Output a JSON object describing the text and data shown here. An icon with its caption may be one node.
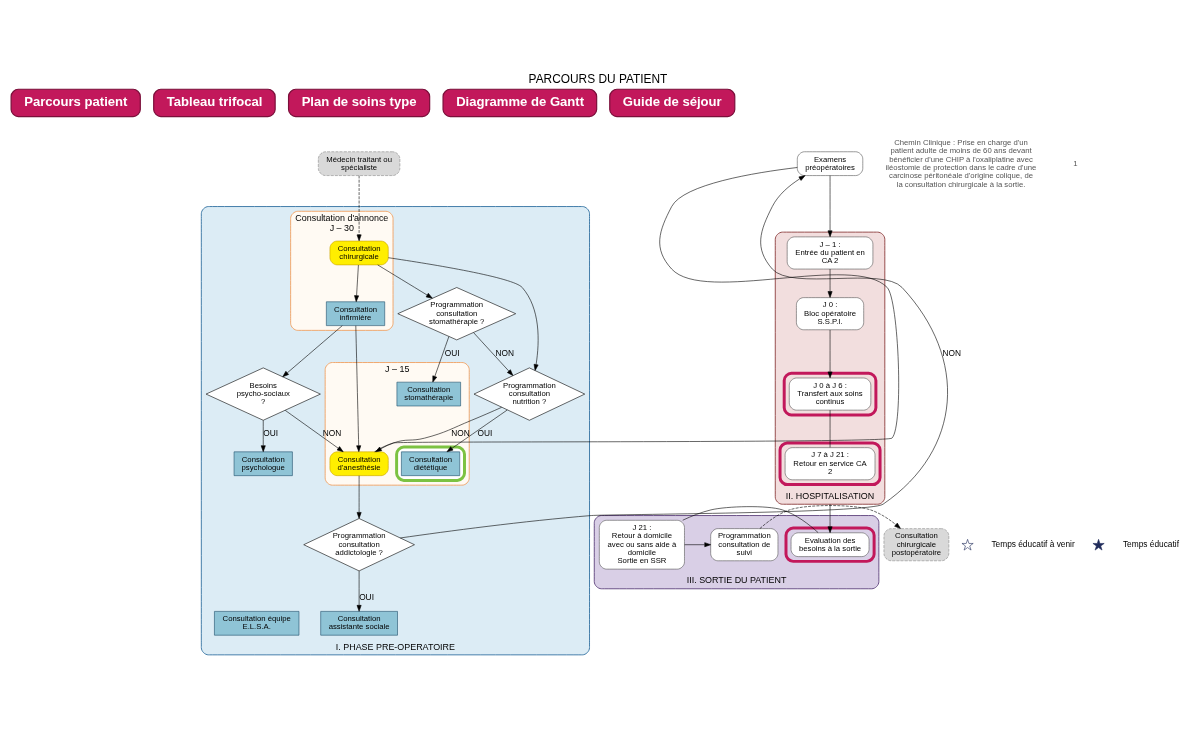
{
  "diagram": {
    "title": "PARCOURS DU PATIENT",
    "nodes": [
      {
        "text": [
          "Parcours patient"
        ]
      },
      {
        "text": [
          "Tableau trifocal"
        ]
      },
      {
        "text": [
          "Plan de soins type"
        ]
      },
      {
        "text": [
          "Diagramme de Gantt"
        ]
      },
      {
        "text": [
          "Guide de séjour"
        ]
      },
      {
        "text": [
          "Médecin traitant ou spécialiste"
        ]
      },
      {
        "text": [
          "I. PHASE PRE-OPERATOIRE"
        ]
      },
      {
        "text": [
          "Consultation d'annonce",
          "J – 30"
        ],
        "in": 6
      },
      {
        "text": [
          "Consultation chirurgicale"
        ],
        "in": 7
      },
      {
        "text": [
          "Consultation infirmière"
        ],
        "in": 7
      },
      {
        "text": [
          "Programmation consultation stomathérapie ?"
        ],
        "in": 6
      },
      {
        "text": [
          "Programmation consultation nutrition ?"
        ],
        "in": 6
      },
      {
        "text": [
          "J – 15"
        ],
        "in": 6
      },
      {
        "text": [
          "Consultation stomathérapie"
        ],
        "in": 12
      },
      {
        "text": [],
        "shape": "box",
        "in": 12
      },
      {
        "text": [
          "Consultation diététique"
        ],
        "in": 14
      },
      {
        "text": [
          "Consultation d'anesthésie"
        ],
        "in": 12
      },
      {
        "text": [
          "Besoins psycho-sociaux ?"
        ],
        "in": 6
      },
      {
        "text": [
          "Consultation psychologue"
        ],
        "in": 6
      },
      {
        "text": [
          "Consultation assistante sociale"
        ],
        "in": 6
      },
      {
        "text": [
          "Consultation équipe E.L.S.A."
        ],
        "in": 6
      },
      {
        "text": [
          "Programmation consultation addictologie ?"
        ],
        "in": 6
      },
      {
        "text": [
          "Examens préopératoires"
        ]
      },
      {
        "text": [
          "II. HOSPITALISATION"
        ]
      },
      {
        "text": [
          "J – 1 :",
          "Entrée du patient en CA 2"
        ],
        "in": 23
      },
      {
        "text": [
          "J 0 :",
          "Bloc opératoire S.S.P.I."
        ],
        "in": 23
      },
      {
        "text": [],
        "shape": "box",
        "in": 23
      },
      {
        "text": [
          "J 0 à J 6 :",
          "Transfert aux soins continus"
        ],
        "in": 26
      },
      {
        "text": [],
        "shape": "box",
        "in": 23
      },
      {
        "text": [
          "J 7 à J 21 :",
          "Retour en service CA 2"
        ],
        "in": 28
      },
      {
        "text": [
          "III. SORTIE DU PATIENT"
        ]
      },
      {
        "text": [],
        "shape": "box",
        "in": 30
      },
      {
        "text": [
          "Evaluation des besoins à la sortie"
        ],
        "in": 31
      },
      {
        "text": [
          "J 21 :",
          "Retour à domicile avec ou sans aide à domicile",
          "Sortie en SSR"
        ],
        "in": 30
      },
      {
        "text": [
          "Programmation consultation de suivi"
        ],
        "in": 30
      },
      {
        "text": [
          "Consultation chirurgicale postopératoire"
        ]
      }
    ],
    "edges": [
      {
        "from": 5,
        "to": 8,
        "arrow": "to",
        "style": "dashed"
      },
      {
        "from": 8,
        "to": 9,
        "arrow": "to"
      },
      {
        "from": 8,
        "to": 10,
        "arrow": "to"
      },
      {
        "from": 8,
        "to": 11,
        "arrow": "to"
      },
      {
        "from": 10,
        "to": 13,
        "label": "OUI",
        "arrow": "to"
      },
      {
        "from": 10,
        "to": 11,
        "label": "NON",
        "arrow": "to"
      },
      {
        "from": 11,
        "to": 15,
        "label": "OUI",
        "arrow": "to"
      },
      {
        "from": 11,
        "to": 16,
        "label": "NON",
        "arrow": "to"
      },
      {
        "from": 9,
        "to": 17,
        "arrow": "to"
      },
      {
        "from": 9,
        "to": 16,
        "arrow": "to"
      },
      {
        "from": 17,
        "to": 16,
        "label": "NON",
        "arrow": "to"
      },
      {
        "from": 17,
        "to": 18,
        "label": "OUI",
        "arrow": "to"
      },
      {
        "from": 16,
        "to": 21,
        "arrow": "to"
      },
      {
        "from": 21,
        "to": 19,
        "label": "OUI",
        "arrow": "to"
      },
      {
        "from": 16,
        "to": 22,
        "arrow": "none"
      },
      {
        "from": 21,
        "to": 22,
        "label": "NON",
        "arrow": "to"
      },
      {
        "from": 22,
        "to": 24,
        "arrow": "to"
      },
      {
        "from": 24,
        "to": 25,
        "arrow": "to"
      },
      {
        "from": 25,
        "to": 27,
        "arrow": "to"
      },
      {
        "from": 27,
        "to": 29,
        "arrow": "none"
      },
      {
        "from": 23,
        "to": 32,
        "arrow": "to"
      },
      {
        "from": 32,
        "to": 33,
        "arrow": "none"
      },
      {
        "from": 33,
        "to": 34,
        "arrow": "to"
      },
      {
        "from": 34,
        "to": 35,
        "arrow": "to",
        "style": "dashed"
      }
    ],
    "labels": [
      "Chemin Clinique : Prise en charge d'un patient adulte de moins de 60 ans devant bénéficier d'une CHIP à l'oxaliplatine avec iléostomie de protection dans le cadre d'une carcinose péritonéale d'origine colique, de la consultation chirurgicale à la sortie.",
      "1"
    ],
    "legend": [
      {
        "text": "Temps éducatif à venir"
      },
      {
        "text": "Temps éducatif"
      }
    ]
  }
}
